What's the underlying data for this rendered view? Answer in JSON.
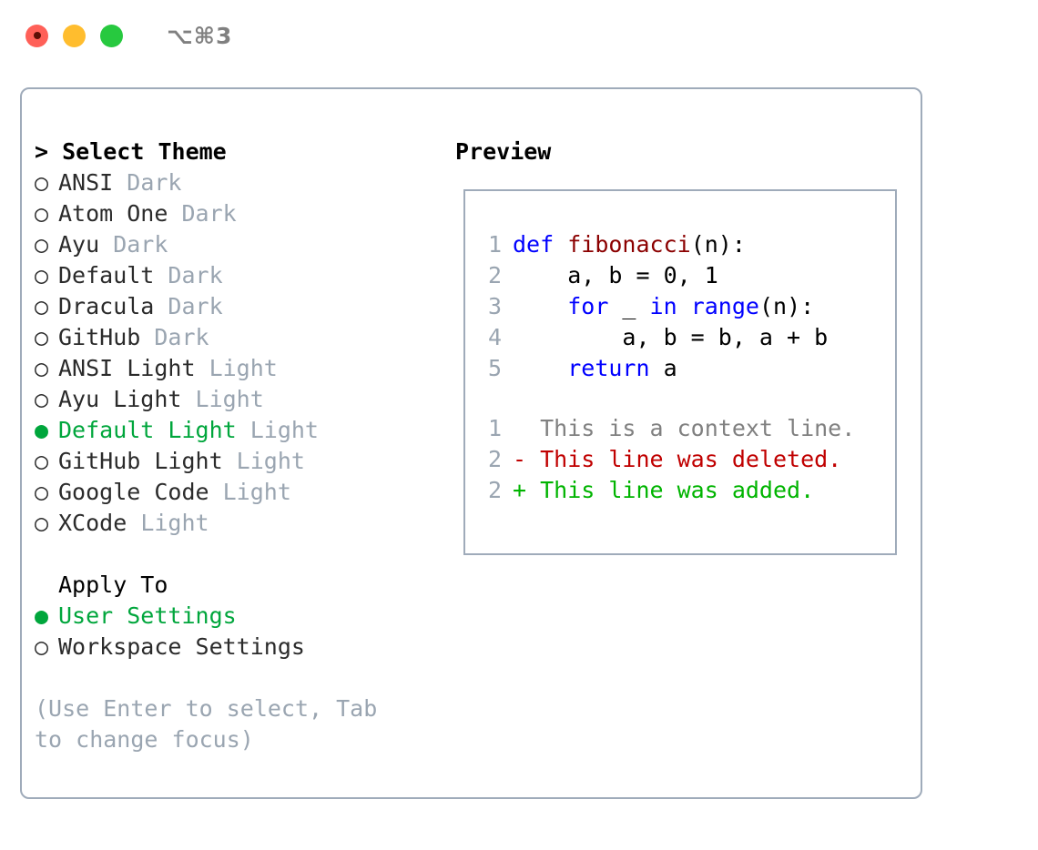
{
  "titlebar": {
    "dots": [
      {
        "name": "close-button",
        "color": "#ff6058"
      },
      {
        "name": "minimize-button",
        "color": "#ffbd2e"
      },
      {
        "name": "maximize-button",
        "color": "#27c93f"
      }
    ],
    "shortcut": "⌥⌘3"
  },
  "left": {
    "heading": "> Select Theme",
    "themes": [
      {
        "marker": "○",
        "label": "ANSI",
        "badge": "Dark",
        "selected": false
      },
      {
        "marker": "○",
        "label": "Atom One",
        "badge": "Dark",
        "selected": false
      },
      {
        "marker": "○",
        "label": "Ayu",
        "badge": "Dark",
        "selected": false
      },
      {
        "marker": "○",
        "label": "Default",
        "badge": "Dark",
        "selected": false
      },
      {
        "marker": "○",
        "label": "Dracula",
        "badge": "Dark",
        "selected": false
      },
      {
        "marker": "○",
        "label": "GitHub",
        "badge": "Dark",
        "selected": false
      },
      {
        "marker": "○",
        "label": "ANSI Light",
        "badge": "Light",
        "selected": false
      },
      {
        "marker": "○",
        "label": "Ayu Light",
        "badge": "Light",
        "selected": false
      },
      {
        "marker": "●",
        "label": "Default Light",
        "badge": "Light",
        "selected": true
      },
      {
        "marker": "○",
        "label": "GitHub Light",
        "badge": "Light",
        "selected": false
      },
      {
        "marker": "○",
        "label": "Google Code",
        "badge": "Light",
        "selected": false
      },
      {
        "marker": "○",
        "label": "XCode",
        "badge": "Light",
        "selected": false
      }
    ],
    "apply_to_title": "Apply To",
    "apply_to": [
      {
        "marker": "●",
        "label": "User Settings",
        "selected": true
      },
      {
        "marker": "○",
        "label": "Workspace Settings",
        "selected": false
      }
    ],
    "hint": "(Use Enter to select, Tab to change focus)"
  },
  "right": {
    "preview_title": "Preview",
    "code_lines": [
      {
        "num": "1",
        "tokens": [
          {
            "t": "def ",
            "c": "kw"
          },
          {
            "t": "fibonacci",
            "c": "fn"
          },
          {
            "t": "(n):",
            "c": "plain"
          }
        ]
      },
      {
        "num": "2",
        "tokens": [
          {
            "t": "    a, b = 0, 1",
            "c": "plain"
          }
        ]
      },
      {
        "num": "3",
        "tokens": [
          {
            "t": "    ",
            "c": "plain"
          },
          {
            "t": "for",
            "c": "kw"
          },
          {
            "t": " _ ",
            "c": "plain"
          },
          {
            "t": "in",
            "c": "kw"
          },
          {
            "t": " ",
            "c": "plain"
          },
          {
            "t": "range",
            "c": "bi"
          },
          {
            "t": "(n):",
            "c": "plain"
          }
        ]
      },
      {
        "num": "4",
        "tokens": [
          {
            "t": "        a, b = b, a + b",
            "c": "plain"
          }
        ]
      },
      {
        "num": "5",
        "tokens": [
          {
            "t": "    ",
            "c": "plain"
          },
          {
            "t": "return",
            "c": "kw"
          },
          {
            "t": " a",
            "c": "plain"
          }
        ]
      }
    ],
    "diff_lines": [
      {
        "num": "1",
        "text": "  This is a context line.",
        "kind": "diff-ctx"
      },
      {
        "num": "2",
        "text": "- This line was deleted.",
        "kind": "diff-del"
      },
      {
        "num": "2",
        "text": "+ This line was added.",
        "kind": "diff-add"
      }
    ]
  },
  "colors": {
    "accent_green": "#00a63c",
    "muted": "#9aa5b1",
    "border": "#9fabba",
    "keyword_blue": "#0000ff",
    "function_red": "#8b0000",
    "diff_add": "#00b400",
    "diff_del": "#c00000"
  }
}
